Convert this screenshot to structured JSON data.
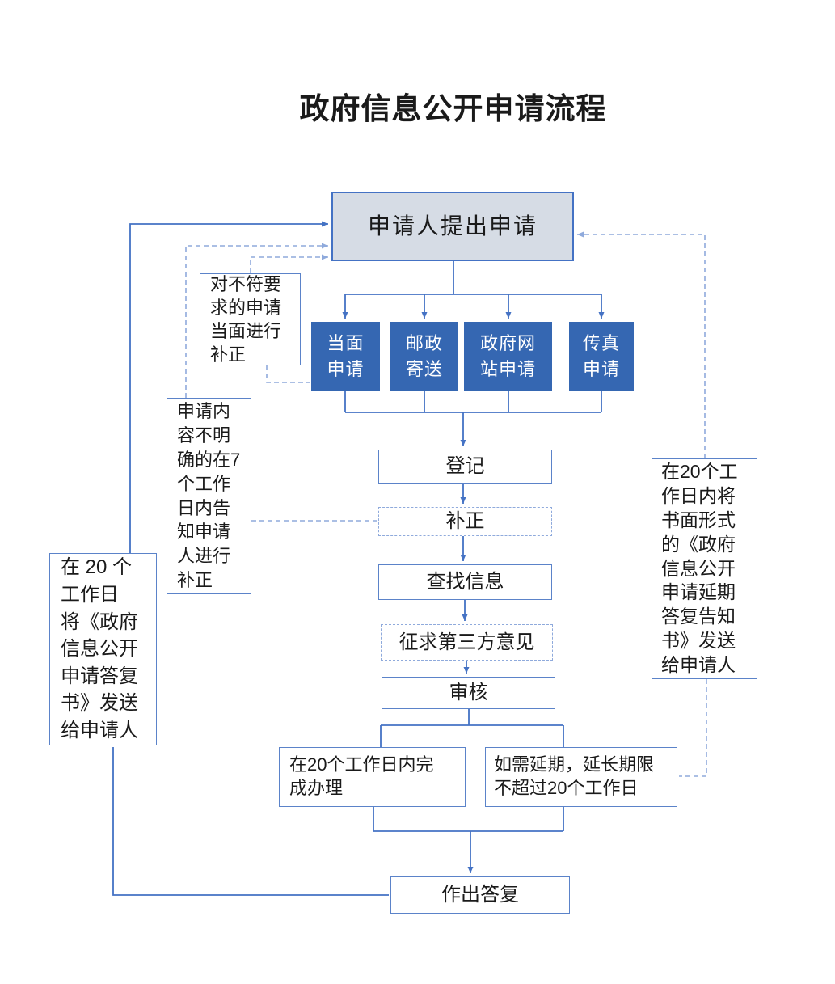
{
  "title": "政府信息公开申请流程",
  "colors": {
    "accent": "#4472C4",
    "dashed_line": "#8FAADC",
    "box_border": "#5B83C9",
    "channel_fill": "#3567B2",
    "channel_text": "#FFFFFF",
    "start_fill": "#D6DCE5",
    "text": "#1A1A1A"
  },
  "nodes": {
    "start": {
      "label": "申请人提出申请"
    },
    "channels": [
      {
        "label": "当面\n申请"
      },
      {
        "label": "邮政\n寄送"
      },
      {
        "label": "政府网\n站申请"
      },
      {
        "label": "传真\n申请"
      }
    ],
    "register": {
      "label": "登记"
    },
    "correction": {
      "label": "补正"
    },
    "search": {
      "label": "查找信息"
    },
    "third_party": {
      "label": "征求第三方意见"
    },
    "review": {
      "label": "审核"
    },
    "complete": {
      "label": "在20个工作日内完\n成办理"
    },
    "extend": {
      "label": "如需延期，延长期限\n不超过20个工作日"
    },
    "reply": {
      "label": "作出答复"
    }
  },
  "annotations": {
    "onspot": {
      "label": "对不符要\n求的申请\n当面进行\n补正"
    },
    "clarify": {
      "label": "申请内\n容不明\n确的在7\n个工作\n日内告\n知申请\n人进行\n补正"
    },
    "send_reply": {
      "label": "在 20 个\n工作日\n将《政府\n信息公开\n申请答复\n书》发送\n给申请人"
    },
    "send_extension": {
      "label": "在20个工\n作日内将\n书面形式\n的《政府\n信息公开\n申请延期\n答复告知\n书》发送\n给申请人"
    }
  }
}
